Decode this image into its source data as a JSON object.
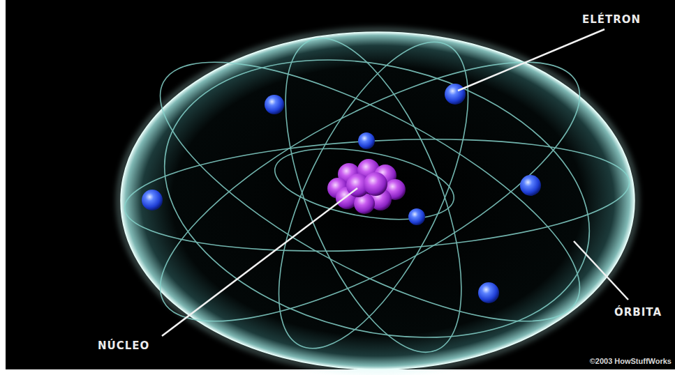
{
  "diagram": {
    "labels": [
      "ELÉTRON",
      "ÓRBITA",
      "NÚCLEO",
      "©2003 HowStuffWorks"
    ]
  }
}
